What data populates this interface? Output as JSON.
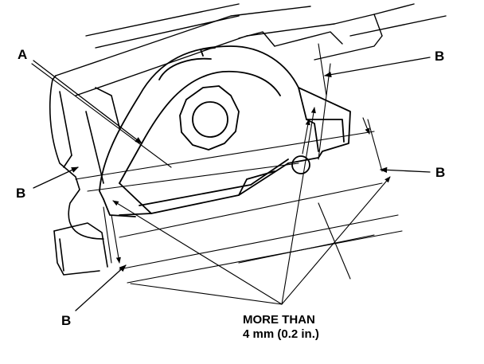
{
  "labels": {
    "part_a": "A",
    "ref_b_top": "B",
    "ref_b_right": "B",
    "ref_b_left": "B",
    "ref_b_bottom": "B"
  },
  "note": {
    "line1": "MORE THAN",
    "line2": "4 mm (0.2 in.)"
  }
}
